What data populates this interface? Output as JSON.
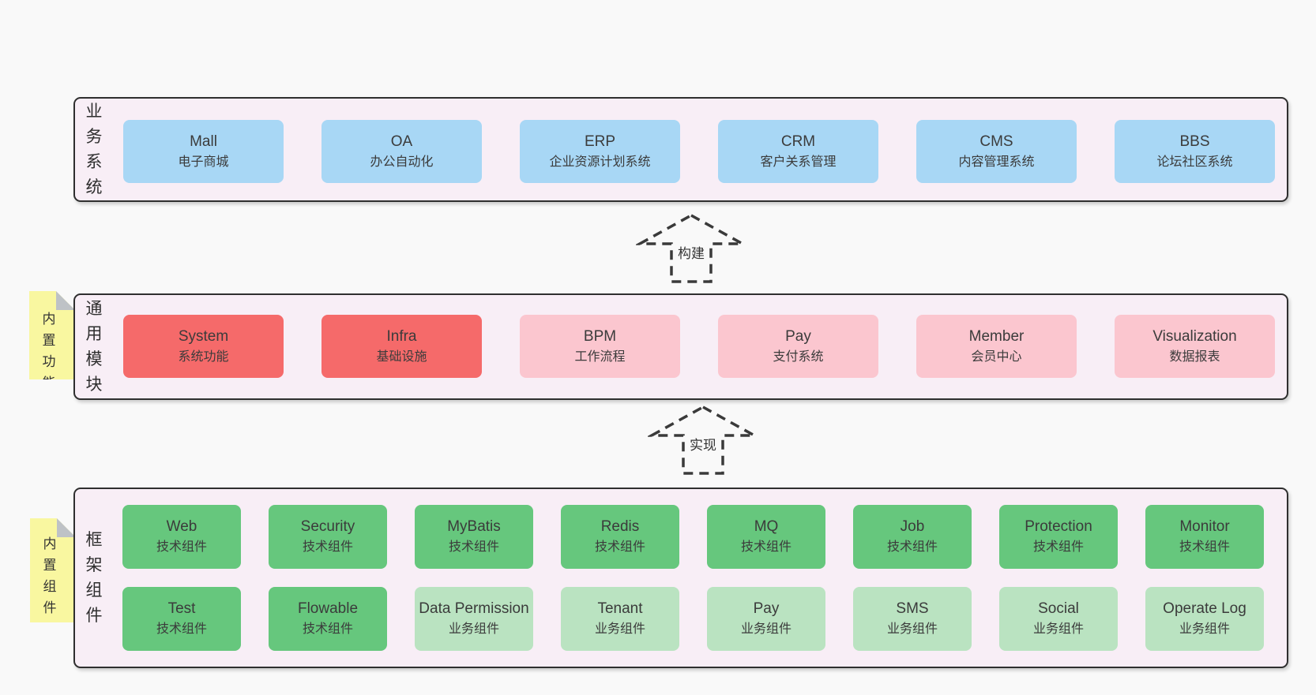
{
  "colors": {
    "page-bg": "#f9f9f9",
    "container-bg": "#f8eef6",
    "container-border": "#2f2f2f",
    "box-blue": "#a8d7f5",
    "box-red": "#f56a6a",
    "box-pink": "#fbc6cf",
    "box-green": "#66c77d",
    "box-lightgreen": "#bae3c1",
    "note-yellow": "#f9f7a0",
    "fold-gray": "#bec2c6",
    "arrow-dash": "#3a3a3a",
    "text": "#3a3a3a"
  },
  "sections": [
    {
      "label": "业务系统",
      "rows": [
        [
          {
            "name": "Mall",
            "subtitle": "电子商城",
            "variant": "blue"
          },
          {
            "name": "OA",
            "subtitle": "办公自动化",
            "variant": "blue"
          },
          {
            "name": "ERP",
            "subtitle": "企业资源计划系统",
            "variant": "blue"
          },
          {
            "name": "CRM",
            "subtitle": "客户关系管理",
            "variant": "blue"
          },
          {
            "name": "CMS",
            "subtitle": "内容管理系统",
            "variant": "blue"
          },
          {
            "name": "BBS",
            "subtitle": "论坛社区系统",
            "variant": "blue"
          }
        ]
      ]
    },
    {
      "label": "通用模块",
      "note": "内置功能",
      "rows": [
        [
          {
            "name": "System",
            "subtitle": "系统功能",
            "variant": "red"
          },
          {
            "name": "Infra",
            "subtitle": "基础设施",
            "variant": "red"
          },
          {
            "name": "BPM",
            "subtitle": "工作流程",
            "variant": "pink"
          },
          {
            "name": "Pay",
            "subtitle": "支付系统",
            "variant": "pink"
          },
          {
            "name": "Member",
            "subtitle": "会员中心",
            "variant": "pink"
          },
          {
            "name": "Visualization",
            "subtitle": "数据报表",
            "variant": "pink"
          }
        ]
      ]
    },
    {
      "label": "框架组件",
      "note": "内置组件",
      "rows": [
        [
          {
            "name": "Web",
            "subtitle": "技术组件",
            "variant": "green"
          },
          {
            "name": "Security",
            "subtitle": "技术组件",
            "variant": "green"
          },
          {
            "name": "MyBatis",
            "subtitle": "技术组件",
            "variant": "green"
          },
          {
            "name": "Redis",
            "subtitle": "技术组件",
            "variant": "green"
          },
          {
            "name": "MQ",
            "subtitle": "技术组件",
            "variant": "green"
          },
          {
            "name": "Job",
            "subtitle": "技术组件",
            "variant": "green"
          },
          {
            "name": "Protection",
            "subtitle": "技术组件",
            "variant": "green"
          },
          {
            "name": "Monitor",
            "subtitle": "技术组件",
            "variant": "green"
          }
        ],
        [
          {
            "name": "Test",
            "subtitle": "技术组件",
            "variant": "green"
          },
          {
            "name": "Flowable",
            "subtitle": "技术组件",
            "variant": "green"
          },
          {
            "name": "Data Permission",
            "subtitle": "业务组件",
            "variant": "lightgreen"
          },
          {
            "name": "Tenant",
            "subtitle": "业务组件",
            "variant": "lightgreen"
          },
          {
            "name": "Pay",
            "subtitle": "业务组件",
            "variant": "lightgreen"
          },
          {
            "name": "SMS",
            "subtitle": "业务组件",
            "variant": "lightgreen"
          },
          {
            "name": "Social",
            "subtitle": "业务组件",
            "variant": "lightgreen"
          },
          {
            "name": "Operate Log",
            "subtitle": "业务组件",
            "variant": "lightgreen"
          }
        ]
      ]
    }
  ],
  "arrows": [
    {
      "label": "构建"
    },
    {
      "label": "实现"
    }
  ]
}
